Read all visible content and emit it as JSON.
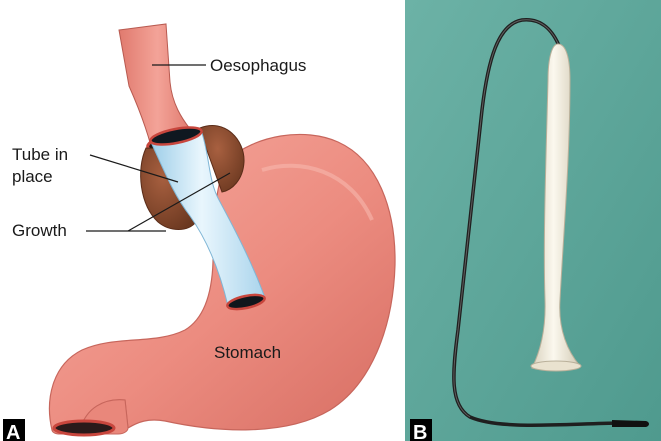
{
  "panel_a": {
    "letter": "A",
    "labels": {
      "oesophagus": "Oesophagus",
      "tube_line1": "Tube in",
      "tube_line2": "place",
      "growth": "Growth",
      "stomach": "Stomach"
    },
    "colors": {
      "stomach": "#ee8f84",
      "oesophagus": "#e98578",
      "growth": "#8a4a2c",
      "tube": "#cfe9f7"
    }
  },
  "panel_b": {
    "letter": "B",
    "colors": {
      "background": "#5fa89c",
      "tube": "#efe9da",
      "wire": "#2a2a2a"
    }
  }
}
